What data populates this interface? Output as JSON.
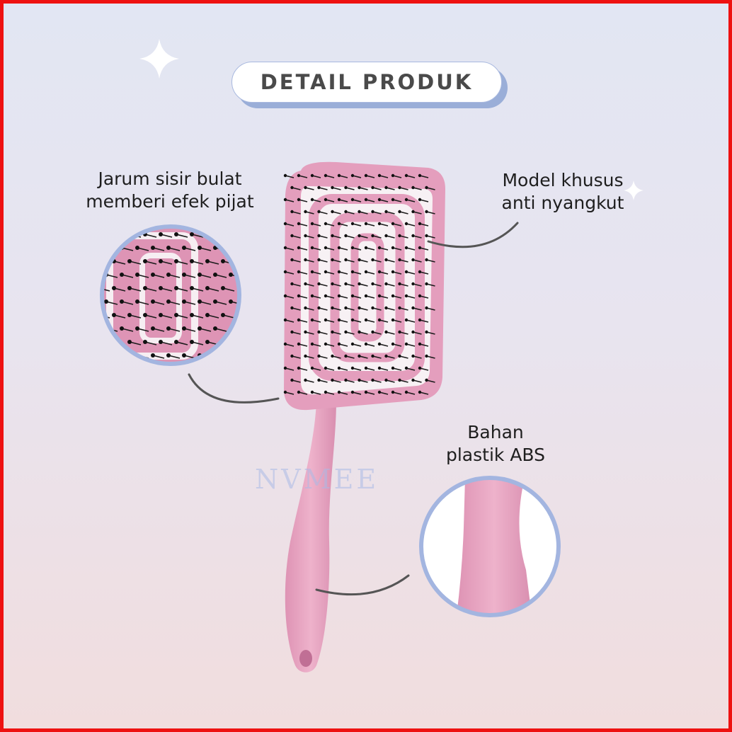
{
  "header": {
    "title": "DETAIL PRODUK"
  },
  "callouts": [
    {
      "id": "bristles",
      "lines": [
        "Jarum sisir bulat",
        "memberi efek pijat"
      ]
    },
    {
      "id": "design",
      "lines": [
        "Model khusus",
        "anti nyangkut"
      ]
    },
    {
      "id": "material",
      "lines": [
        "Bahan",
        "plastik ABS"
      ]
    }
  ],
  "watermark": "NVMEE",
  "colors": {
    "border": "#ee1111",
    "brush_pink": "#e8a6c3",
    "brush_pink_dark": "#cf7ea3",
    "bristle": "#1b1b1b",
    "circle_ring": "#a3b5e0",
    "title_text": "#4a4a4a"
  }
}
